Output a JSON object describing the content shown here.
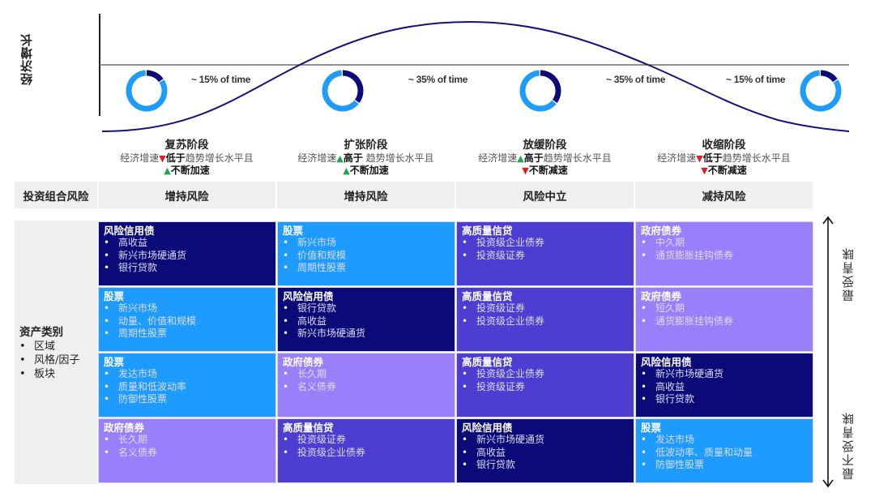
{
  "y_axis_label": "经济增长",
  "colors": {
    "curve": "#15137a",
    "donut_dark": "#0c0a78",
    "donut_light": "#1d9bfe",
    "cell_navy": "#0c0a78",
    "cell_blue": "#1d9bfe",
    "cell_indigo": "#4d3dd0",
    "cell_lavender": "#9a7ffa",
    "arrow_up": "#1ea64a",
    "arrow_down": "#e21b23",
    "header_bg": "#efefef"
  },
  "phases": [
    {
      "name": "复苏阶段",
      "share_label": "~ 15% of time",
      "share_fraction": 0.15,
      "desc_prefix": "经济增速",
      "arrow1": "down",
      "arrow1_glyph": "▼",
      "desc_bold": "低于",
      "desc_suffix": "趋势增长水平且",
      "arrow2": "up",
      "arrow2_glyph": "▲",
      "line2": "不断加速",
      "risk": "增持风险"
    },
    {
      "name": "扩张阶段",
      "share_label": "~ 35% of time",
      "share_fraction": 0.35,
      "desc_prefix": "经济增速",
      "arrow1": "up",
      "arrow1_glyph": "▲",
      "desc_bold": "高于",
      "desc_suffix": " 趋势增长水平且",
      "arrow2": "up",
      "arrow2_glyph": "▲",
      "line2": "不断加速",
      "risk": "增持风险"
    },
    {
      "name": "放缓阶段",
      "share_label": "~ 35% of time",
      "share_fraction": 0.35,
      "desc_prefix": "经济增速",
      "arrow1": "up",
      "arrow1_glyph": "▲",
      "desc_bold": "高于",
      "desc_suffix": "趋势增长水平且",
      "arrow2": "down",
      "arrow2_glyph": "▼",
      "line2": "不断减速",
      "risk": "风险中立"
    },
    {
      "name": "收缩阶段",
      "share_label": "~ 15% of time",
      "share_fraction": 0.15,
      "desc_prefix": "经济增速",
      "arrow1": "down",
      "arrow1_glyph": "▼",
      "desc_bold": "低于",
      "desc_suffix": "趋势增长水平且",
      "arrow2": "down",
      "arrow2_glyph": "▼",
      "line2": "不断减速",
      "risk": "减持风险"
    }
  ],
  "risk_row_label": "投资组合风险",
  "asset_panel": {
    "title": "资产类别",
    "items": [
      "区域",
      "风格/因子",
      "板块"
    ]
  },
  "grid": [
    [
      {
        "color": "navy",
        "title": "风险信用债",
        "items": [
          "高收益",
          "新兴市场硬通货",
          "银行贷款"
        ]
      },
      {
        "color": "blue",
        "title": "股票",
        "items": [
          "新兴市场",
          "价值和规模",
          "周期性股票"
        ]
      },
      {
        "color": "indigo",
        "title": "高质量信贷",
        "items": [
          "投资级企业债券",
          "投资级证券"
        ]
      },
      {
        "color": "lav",
        "title": "政府债券",
        "items": [
          "中久期",
          "通货膨胀挂钩债券"
        ]
      }
    ],
    [
      {
        "color": "blue",
        "title": "股票",
        "items": [
          "新兴市场",
          "动量、价值和规模",
          "周期性股票"
        ]
      },
      {
        "color": "navy",
        "title": "风险信用债",
        "items": [
          "银行贷款",
          "高收益",
          "新兴市场硬通货"
        ]
      },
      {
        "color": "indigo",
        "title": "高质量信贷",
        "items": [
          "投资级证券",
          "投资级企业债券"
        ]
      },
      {
        "color": "lav",
        "title": "政府债券",
        "items": [
          "短久期",
          "通货膨胀挂钩债券"
        ]
      }
    ],
    [
      {
        "color": "blue",
        "title": "股票",
        "items": [
          "发达市场",
          "质量和低波动率",
          "防御性股票"
        ]
      },
      {
        "color": "lav",
        "title": "政府债券",
        "items": [
          "长久期",
          "名义债券"
        ]
      },
      {
        "color": "indigo",
        "title": "高质量信贷",
        "items": [
          "投资级企业债券",
          "投资级证券"
        ]
      },
      {
        "color": "navy",
        "title": "风险信用债",
        "items": [
          "新兴市场硬通货",
          "高收益",
          "银行贷款"
        ]
      }
    ],
    [
      {
        "color": "lav",
        "title": "政府债券",
        "items": [
          "长久期",
          "名义债券"
        ]
      },
      {
        "color": "indigo",
        "title": "高质量信贷",
        "items": [
          "投资级证券",
          "投资级企业债券"
        ]
      },
      {
        "color": "navy",
        "title": "风险信用债",
        "items": [
          "新兴市场硬通货",
          "高收益",
          "银行贷款"
        ]
      },
      {
        "color": "blue",
        "title": "股票",
        "items": [
          "发达市场",
          "低波动率、质量和动量",
          "防御性股票"
        ]
      }
    ]
  ],
  "preference_scale": {
    "top": "最受青睐",
    "bottom": "最不受青睐"
  }
}
